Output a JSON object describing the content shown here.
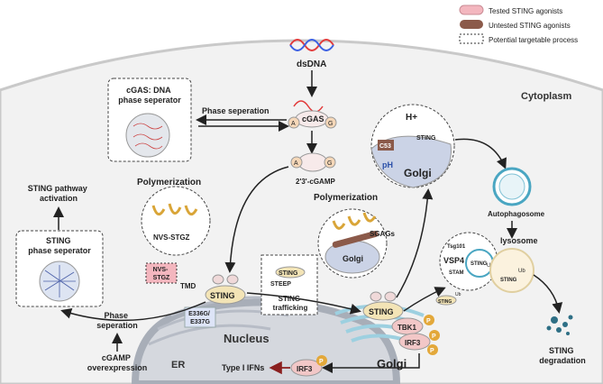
{
  "legend": {
    "tested": "Tested STING agonists",
    "untested": "Untested STING agonists",
    "potential": "Potential targetable process"
  },
  "compartments": {
    "cytoplasm": "Cytoplasm",
    "nucleus": "Nucleus",
    "er": "ER",
    "golgi_main": "Golgi",
    "golgi_poly": "Golgi",
    "golgi_ph": "Golgi",
    "lysosome": "lysosome"
  },
  "molecules": {
    "dsdna": "dsDNA",
    "cgas": "cGAS",
    "cgamp_a_top": "A",
    "cgamp_g_top": "G",
    "cgamp_a": "A",
    "cgamp_g": "G",
    "cgamp_label": "2'3'-cGAMP",
    "sting_er": "STING",
    "sting_golgi": "STING",
    "sting_ph": "STING",
    "sting_lys": "STING",
    "sting_vsp": "STING",
    "sting_small": "STING",
    "sting_traffic": "STING",
    "tbk1": "TBK1",
    "irf3": "IRF3",
    "irf3_out": "IRF3",
    "p": "P",
    "ub": "Ub",
    "c53": "C53",
    "h_plus": "H+",
    "ph": "pH",
    "vsp4": "VSP4",
    "tsg101": "Tsg101",
    "stam": "STAM",
    "steep": "STEEP",
    "tmd": "TMD",
    "nvs_label": "NVS-STGZ",
    "nvs_box": "NVS-\nSTGZ",
    "sgags": "SGAGs",
    "mutation": "E336G/\nE337G"
  },
  "labels": {
    "cgas_phase_title": "cGAS: DNA\nphase seperator",
    "phase_sep_arrow": "Phase seperation",
    "polymerization_left": "Polymerization",
    "polymerization_right": "Polymerization",
    "pathway_activation": "STING pathway\nactivation",
    "sting_phase_title": "STING\nphase seperator",
    "phase_sep_left": "Phase\nseperation",
    "cgamp_over": "cGAMP\noverexpression",
    "sting_trafficking": "STING\ntrafficking",
    "type1_ifn": "Type I IFNs",
    "autophagosome": "Autophagosome",
    "sting_degradation": "STING\ndegradation"
  }
}
